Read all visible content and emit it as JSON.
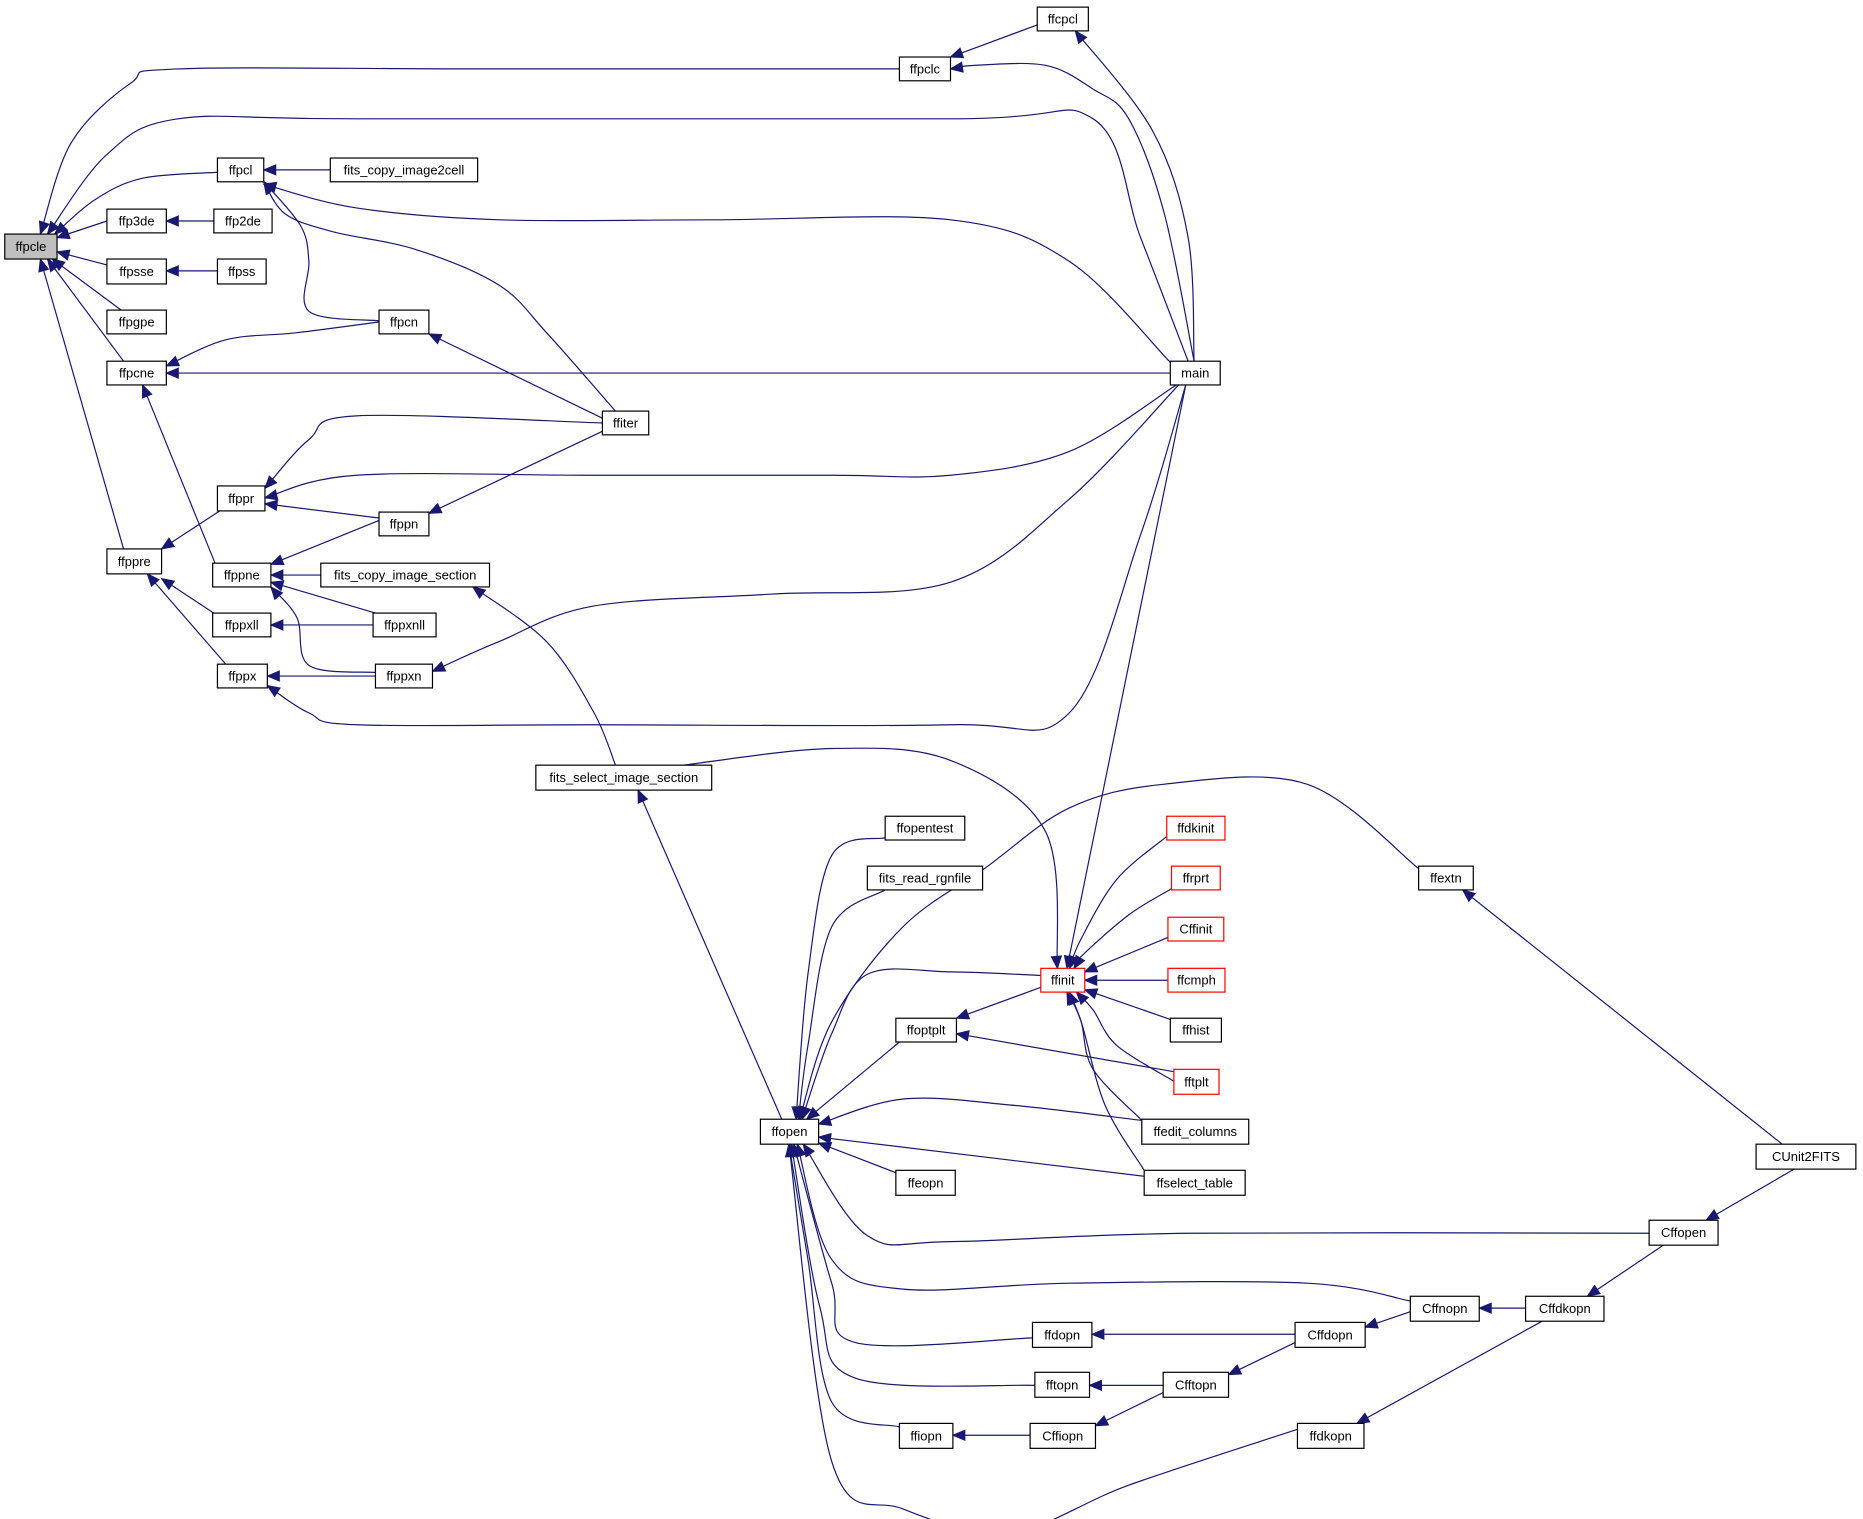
{
  "diagram": {
    "nodes": [
      {
        "id": "ffpcle",
        "label": "ffpcle",
        "style": "root"
      },
      {
        "id": "ffp3de",
        "label": "ffp3de"
      },
      {
        "id": "ffpsse",
        "label": "ffpsse"
      },
      {
        "id": "ffpgpe",
        "label": "ffpgpe"
      },
      {
        "id": "ffpcne",
        "label": "ffpcne"
      },
      {
        "id": "ffppre",
        "label": "ffppre"
      },
      {
        "id": "ffpcl",
        "label": "ffpcl"
      },
      {
        "id": "ffp2de",
        "label": "ffp2de"
      },
      {
        "id": "ffpss",
        "label": "ffpss"
      },
      {
        "id": "ffppr",
        "label": "ffppr"
      },
      {
        "id": "ffppne",
        "label": "ffppne"
      },
      {
        "id": "ffppxll",
        "label": "ffppxll"
      },
      {
        "id": "ffppx",
        "label": "ffppx"
      },
      {
        "id": "fits_copy_image2cell",
        "label": "fits_copy_image2cell"
      },
      {
        "id": "ffpcn",
        "label": "ffpcn"
      },
      {
        "id": "ffppn",
        "label": "ffppn"
      },
      {
        "id": "fits_copy_image_section",
        "label": "fits_copy_image_section"
      },
      {
        "id": "ffppxnll",
        "label": "ffppxnll"
      },
      {
        "id": "ffppxn",
        "label": "ffppxn"
      },
      {
        "id": "fits_select_image_section",
        "label": "fits_select_image_section"
      },
      {
        "id": "ffiter",
        "label": "ffiter"
      },
      {
        "id": "ffpclc",
        "label": "ffpclc"
      },
      {
        "id": "ffcpcl",
        "label": "ffcpcl"
      },
      {
        "id": "main",
        "label": "main"
      },
      {
        "id": "ffopen",
        "label": "ffopen"
      },
      {
        "id": "ffopentest",
        "label": "ffopentest"
      },
      {
        "id": "fits_read_rgnfile",
        "label": "fits_read_rgnfile"
      },
      {
        "id": "ffoptplt",
        "label": "ffoptplt"
      },
      {
        "id": "ffeopn",
        "label": "ffeopn"
      },
      {
        "id": "ffdopn",
        "label": "ffdopn"
      },
      {
        "id": "fftopn",
        "label": "fftopn"
      },
      {
        "id": "ffiopn",
        "label": "ffiopn"
      },
      {
        "id": "ffinit",
        "label": "ffinit",
        "style": "red"
      },
      {
        "id": "ffdkinit",
        "label": "ffdkinit",
        "style": "red"
      },
      {
        "id": "ffrprt",
        "label": "ffrprt",
        "style": "red"
      },
      {
        "id": "Cffinit",
        "label": "Cffinit",
        "style": "red"
      },
      {
        "id": "ffcmph",
        "label": "ffcmph",
        "style": "red"
      },
      {
        "id": "ffhist",
        "label": "ffhist"
      },
      {
        "id": "fftplt",
        "label": "fftplt",
        "style": "red"
      },
      {
        "id": "ffedit_columns",
        "label": "ffedit_columns"
      },
      {
        "id": "ffselect_table",
        "label": "ffselect_table"
      },
      {
        "id": "Cffiopn",
        "label": "Cffiopn"
      },
      {
        "id": "Cffdopn",
        "label": "Cffdopn"
      },
      {
        "id": "Cfftopn",
        "label": "Cfftopn"
      },
      {
        "id": "ffdkopn",
        "label": "ffdkopn"
      },
      {
        "id": "Cffnopn",
        "label": "Cffnopn"
      },
      {
        "id": "ffextn",
        "label": "ffextn"
      },
      {
        "id": "Cffdkopn",
        "label": "Cffdkopn"
      },
      {
        "id": "Cffopen",
        "label": "Cffopen"
      },
      {
        "id": "CUnit2FITS",
        "label": "CUnit2FITS"
      }
    ],
    "edges": [
      {
        "from": "ffp3de",
        "to": "ffpcle"
      },
      {
        "from": "ffpsse",
        "to": "ffpcle"
      },
      {
        "from": "ffpgpe",
        "to": "ffpcle"
      },
      {
        "from": "ffpcne",
        "to": "ffpcle"
      },
      {
        "from": "ffppre",
        "to": "ffpcle"
      },
      {
        "from": "ffpcl",
        "to": "ffpcle"
      },
      {
        "from": "ffpclc",
        "to": "ffpcle"
      },
      {
        "from": "main",
        "to": "ffpcle"
      },
      {
        "from": "ffp2de",
        "to": "ffp3de"
      },
      {
        "from": "ffpss",
        "to": "ffpsse"
      },
      {
        "from": "ffpcn",
        "to": "ffpcne"
      },
      {
        "from": "main",
        "to": "ffpcne"
      },
      {
        "from": "ffppne",
        "to": "ffpcne"
      },
      {
        "from": "ffppr",
        "to": "ffppre"
      },
      {
        "from": "ffppxll",
        "to": "ffppre"
      },
      {
        "from": "ffppx",
        "to": "ffppre"
      },
      {
        "from": "fits_copy_image2cell",
        "to": "ffpcl"
      },
      {
        "from": "ffpcn",
        "to": "ffpcl"
      },
      {
        "from": "ffiter",
        "to": "ffpcl"
      },
      {
        "from": "main",
        "to": "ffpcl"
      },
      {
        "from": "ffcpcl",
        "to": "ffpclc"
      },
      {
        "from": "main",
        "to": "ffpclc"
      },
      {
        "from": "main",
        "to": "ffcpcl"
      },
      {
        "from": "ffiter",
        "to": "ffpcn"
      },
      {
        "from": "ffiter",
        "to": "ffppr"
      },
      {
        "from": "ffppn",
        "to": "ffppr"
      },
      {
        "from": "main",
        "to": "ffppr"
      },
      {
        "from": "ffiter",
        "to": "ffppn"
      },
      {
        "from": "ffppn",
        "to": "ffppne"
      },
      {
        "from": "fits_copy_image_section",
        "to": "ffppne"
      },
      {
        "from": "ffppxnll",
        "to": "ffppne"
      },
      {
        "from": "ffppxn",
        "to": "ffppne"
      },
      {
        "from": "ffppxnll",
        "to": "ffppxll"
      },
      {
        "from": "ffppxn",
        "to": "ffppx"
      },
      {
        "from": "main",
        "to": "ffppx"
      },
      {
        "from": "main",
        "to": "ffppxn"
      },
      {
        "from": "fits_select_image_section",
        "to": "fits_copy_image_section"
      },
      {
        "from": "ffopen",
        "to": "fits_select_image_section"
      },
      {
        "from": "ffopentest",
        "to": "ffopen"
      },
      {
        "from": "fits_read_rgnfile",
        "to": "ffopen"
      },
      {
        "from": "ffoptplt",
        "to": "ffopen"
      },
      {
        "from": "ffeopn",
        "to": "ffopen"
      },
      {
        "from": "ffdopn",
        "to": "ffopen"
      },
      {
        "from": "fftopn",
        "to": "ffopen"
      },
      {
        "from": "ffiopn",
        "to": "ffopen"
      },
      {
        "from": "ffinit",
        "to": "ffopen"
      },
      {
        "from": "ffextn",
        "to": "ffopen"
      },
      {
        "from": "ffedit_columns",
        "to": "ffopen"
      },
      {
        "from": "ffselect_table",
        "to": "ffopen"
      },
      {
        "from": "Cffopen",
        "to": "ffopen"
      },
      {
        "from": "Cffnopn",
        "to": "ffopen"
      },
      {
        "from": "ffdkopn",
        "to": "ffopen"
      },
      {
        "from": "fftplt",
        "to": "ffoptplt"
      },
      {
        "from": "Cffdopn",
        "to": "ffdopn"
      },
      {
        "from": "Cfftopn",
        "to": "fftopn"
      },
      {
        "from": "Cffiopn",
        "to": "ffiopn"
      },
      {
        "from": "ffinit",
        "to": "ffoptplt"
      },
      {
        "from": "fits_select_image_section",
        "to": "ffinit"
      },
      {
        "from": "main",
        "to": "ffinit"
      },
      {
        "from": "ffdkinit",
        "to": "ffinit"
      },
      {
        "from": "ffrprt",
        "to": "ffinit"
      },
      {
        "from": "Cffinit",
        "to": "ffinit"
      },
      {
        "from": "ffcmph",
        "to": "ffinit"
      },
      {
        "from": "ffhist",
        "to": "ffinit"
      },
      {
        "from": "fftplt",
        "to": "ffinit"
      },
      {
        "from": "ffedit_columns",
        "to": "ffinit"
      },
      {
        "from": "ffselect_table",
        "to": "ffinit"
      },
      {
        "from": "Cfftopn",
        "to": "Cffiopn"
      },
      {
        "from": "Cffnopn",
        "to": "Cffdopn"
      },
      {
        "from": "Cffdopn",
        "to": "Cfftopn"
      },
      {
        "from": "Cffdkopn",
        "to": "ffdkopn"
      },
      {
        "from": "Cffdkopn",
        "to": "Cffnopn"
      },
      {
        "from": "Cffopen",
        "to": "Cffdkopn"
      },
      {
        "from": "CUnit2FITS",
        "to": "ffextn"
      },
      {
        "from": "CUnit2FITS",
        "to": "Cffopen"
      }
    ]
  }
}
